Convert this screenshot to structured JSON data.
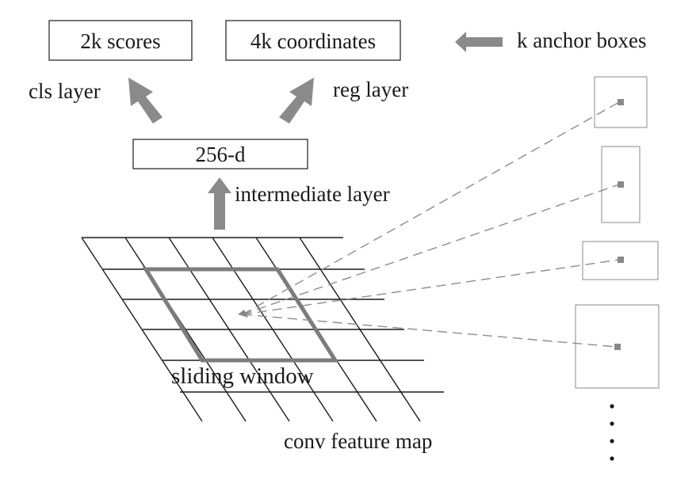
{
  "boxes": {
    "scores": "2k scores",
    "coords": "4k coordinates",
    "hidden": "256-d"
  },
  "labels": {
    "anchors": "k anchor boxes",
    "cls": "cls layer",
    "reg": "reg layer",
    "intermediate": "intermediate layer",
    "window": "sliding window",
    "feature_map": "conv feature map"
  },
  "colors": {
    "arrow": "#8a8a8a",
    "line": "#1a1a1a",
    "dashed": "#8c8c8c"
  }
}
